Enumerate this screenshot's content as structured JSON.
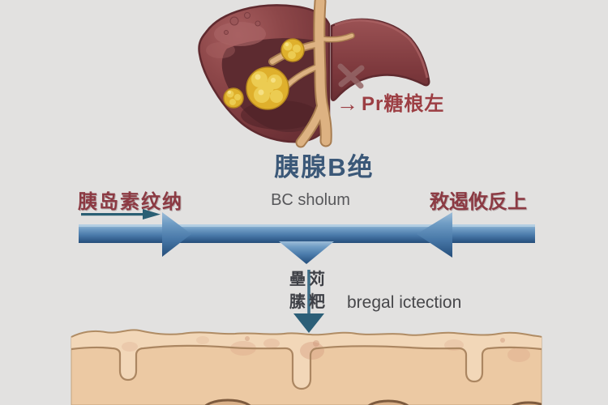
{
  "page": {
    "background": "#e2e1e0"
  },
  "liver_label": {
    "arrow": "→",
    "text": "Pr糖桹左",
    "color": "#9c3e43"
  },
  "title": {
    "text": "胰腺B绝",
    "color": "#3b5878"
  },
  "labels_row": {
    "left": {
      "text": "胰岛素纹纳",
      "color": "#8c3a43"
    },
    "center": {
      "text": "BC sholum",
      "color": "#57575a"
    },
    "right": {
      "text": "敄遏攸反上",
      "color": "#8c3a43"
    }
  },
  "flow_labels": {
    "line1": "壘苅",
    "line2": "膆粑",
    "note": "bregal ictection"
  },
  "colors": {
    "flow_bar_top": "#9dbdd8",
    "flow_bar_bottom": "#274e79",
    "thin_arrow": "#2a5f74",
    "down_arrow": "#2c5f78",
    "liver_body": "#8d4749",
    "liver_interior": "#5d2b30",
    "nodule": "#dfb02c",
    "duct": "#ddb282",
    "skin_base": "#ecc9a3",
    "skin_epidermis": "#f2d7b8",
    "skin_outline": "#ab8661"
  }
}
